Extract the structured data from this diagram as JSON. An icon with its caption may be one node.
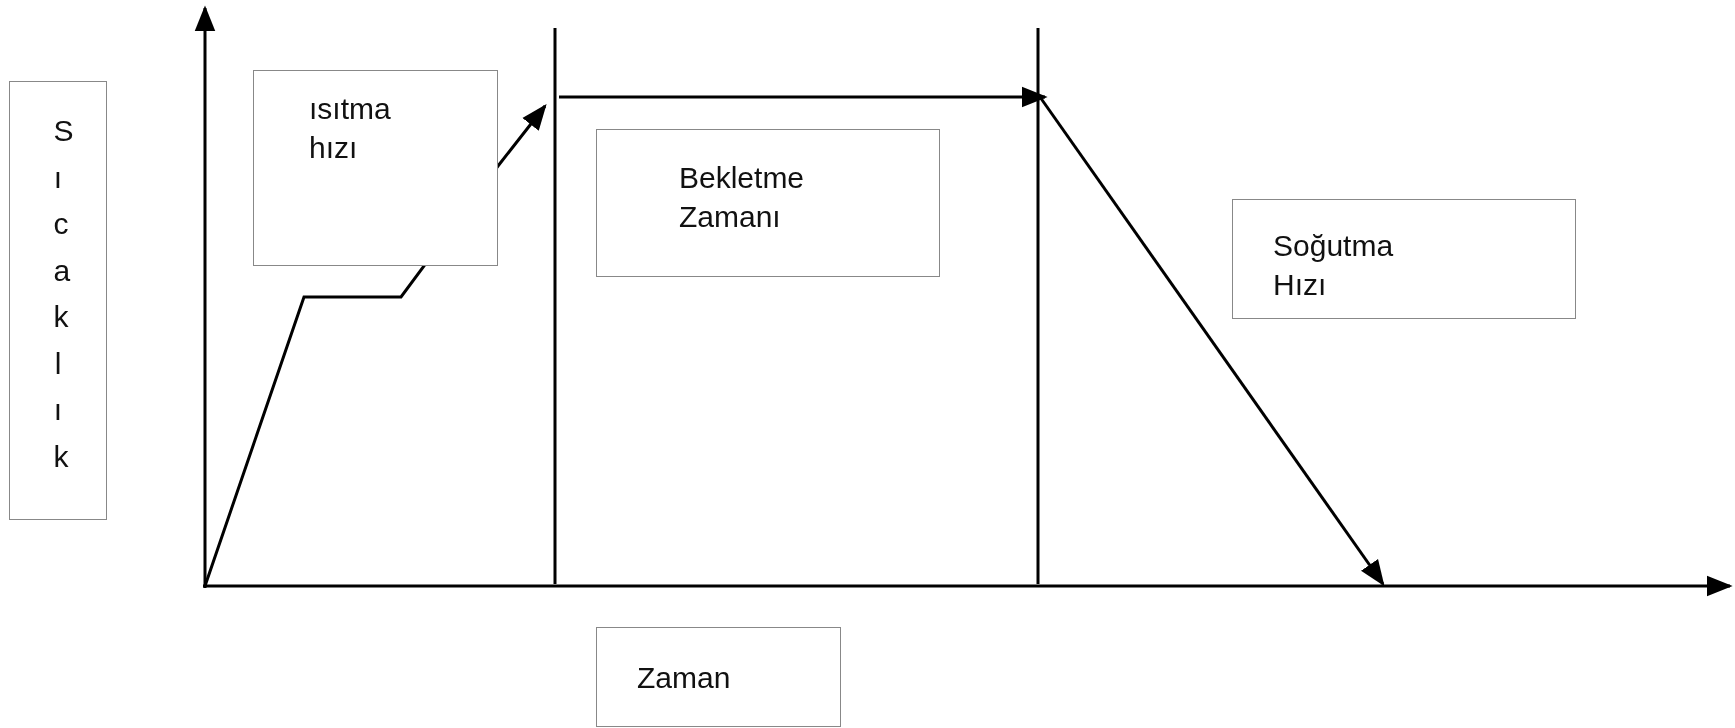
{
  "diagram": {
    "nodes": [
      {
        "text": [
          "Sıcaklık"
        ]
      },
      {
        "text": [
          "ısıtma hızı"
        ]
      },
      {
        "text": [
          "Bekletme Zamanı"
        ]
      },
      {
        "text": [
          "Soğutma Hızı"
        ]
      },
      {
        "text": [
          "Zaman"
        ]
      }
    ]
  }
}
